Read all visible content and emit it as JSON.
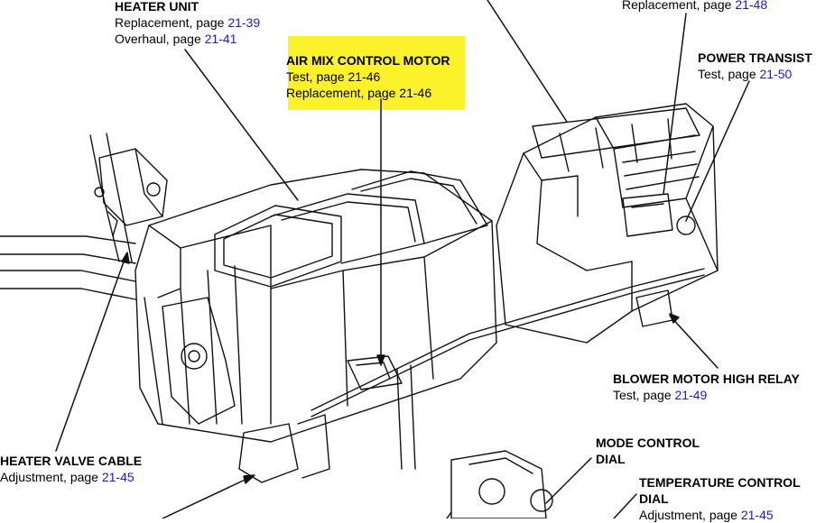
{
  "colors": {
    "highlight": "#fbf22c",
    "page_link": "#1a1ad6",
    "line_art": "#111111"
  },
  "callouts": {
    "heater_unit": {
      "title": "HEATER UNIT",
      "line1_text": "Replacement, page ",
      "line1_page": "21-39",
      "line2_text": "Overhaul, page ",
      "line2_page": "21-41"
    },
    "top_partial": {
      "text": "Replacement, page ",
      "page": "21-48"
    },
    "air_mix": {
      "title": "AIR MIX CONTROL MOTOR",
      "line1": "Test, page 21-46",
      "line2": "Replacement, page 21-46"
    },
    "power_transistor": {
      "title": "POWER TRANSIST",
      "line1_text": "Test, page ",
      "line1_page": "21-50"
    },
    "blower_relay": {
      "title": "BLOWER MOTOR HIGH RELAY",
      "line1_text": "Test, page ",
      "line1_page": "21-49"
    },
    "heater_valve": {
      "title": "HEATER VALVE CABLE",
      "line1_text": "Adjustment, page ",
      "line1_page": "21-45"
    },
    "mode_control": {
      "title_line1": "MODE CONTROL",
      "title_line2": "DIAL"
    },
    "temp_control": {
      "title_line1": "TEMPERATURE CONTROL",
      "title_line2": "DIAL",
      "line1_text": "Adjustment, page ",
      "line1_page": "21-45"
    }
  }
}
